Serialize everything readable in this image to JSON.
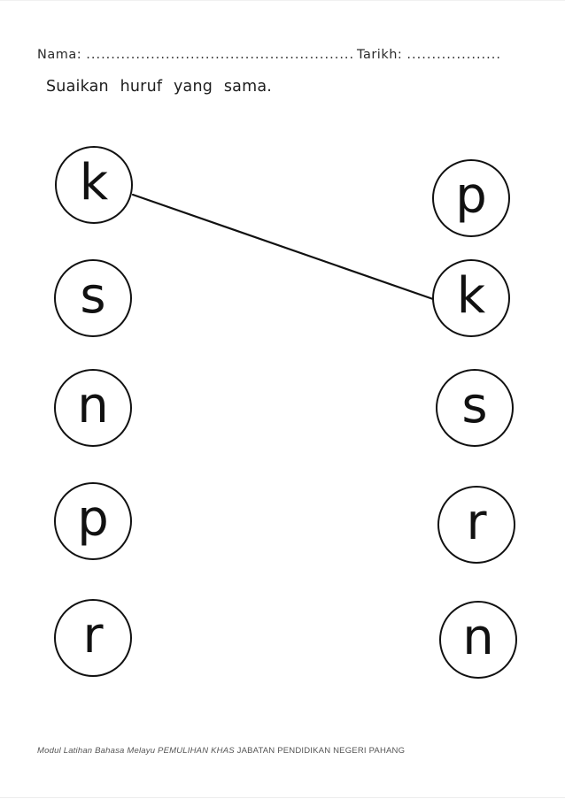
{
  "header": {
    "nama_label": "Nama:",
    "nama_dots": "......................................................",
    "tarikh_label": "Tarikh:",
    "tarikh_dots": "..................."
  },
  "instruction": "Suaikan huruf yang sama.",
  "letters": {
    "left": [
      "k",
      "s",
      "n",
      "p",
      "r"
    ],
    "right": [
      "p",
      "k",
      "s",
      "r",
      "n"
    ]
  },
  "connection": {
    "from": "left-k",
    "to": "right-k",
    "description": "line drawn matching letter k on the left to letter k on the right"
  },
  "footer": {
    "italic_part": "Modul Latihan Bahasa Melayu  PEMULIHAN KHAS",
    "regular_part": " JABATAN PENDIDIKAN NEGERI PAHANG"
  },
  "colors": {
    "ink": "#111111",
    "header_text": "#2b2b2b",
    "footer_text": "#555555",
    "background": "#ffffff"
  }
}
